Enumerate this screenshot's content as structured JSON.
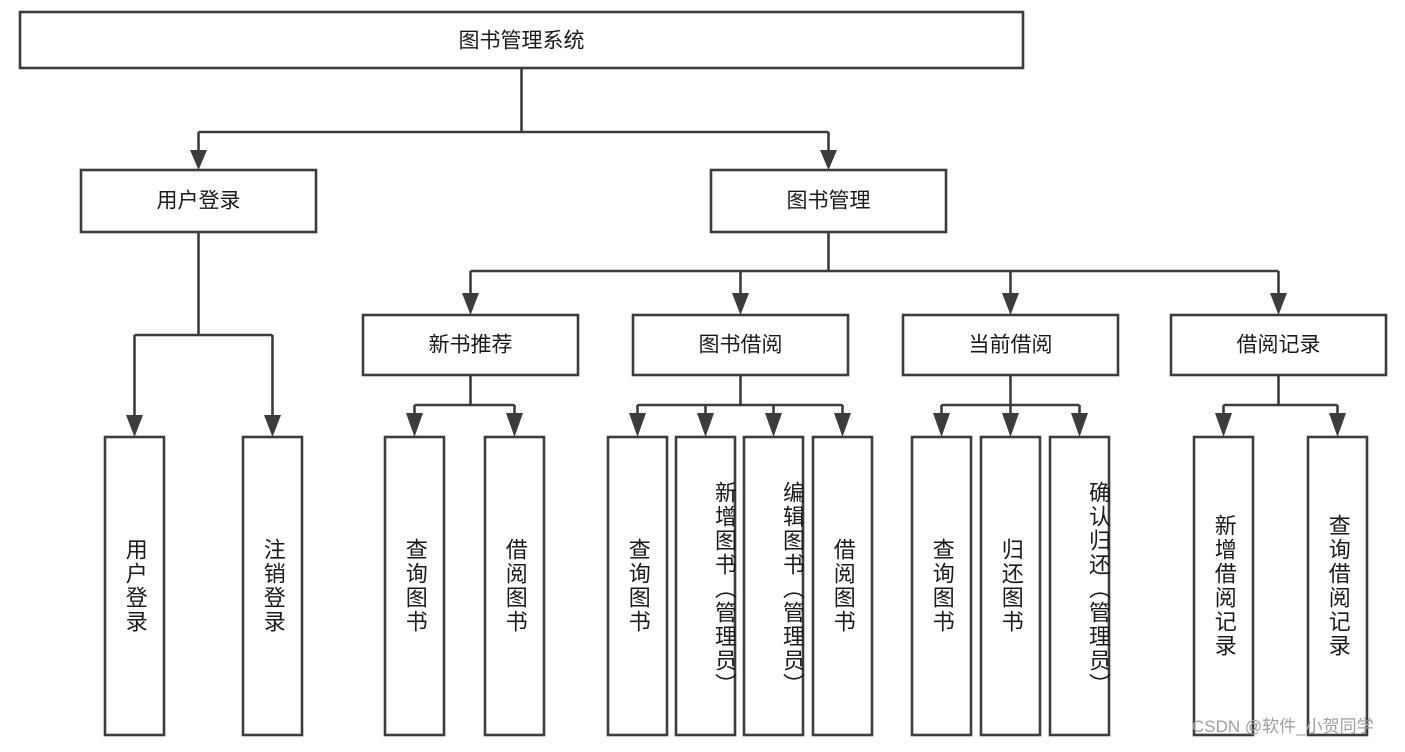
{
  "diagram": {
    "title": "图书管理系统",
    "watermark": "CSDN @软件_小贺同学",
    "colors": {
      "box_stroke": "#3c3c3c",
      "box_fill": "#ffffff",
      "text": "#1a1a1a",
      "background": "#ffffff",
      "watermark": "#9e9e9e"
    },
    "root": {
      "label": "图书管理系统"
    },
    "level1": [
      {
        "label": "用户登录"
      },
      {
        "label": "图书管理"
      }
    ],
    "level2": [
      {
        "label": "新书推荐"
      },
      {
        "label": "图书借阅"
      },
      {
        "label": "当前借阅"
      },
      {
        "label": "借阅记录"
      }
    ],
    "leaves": {
      "user_login": [
        {
          "label": "用户登录"
        },
        {
          "label": "注销登录"
        }
      ],
      "new_book_recommend": [
        {
          "label": "查询图书"
        },
        {
          "label": "借阅图书"
        }
      ],
      "book_borrow": [
        {
          "label": "查询图书"
        },
        {
          "label": "新增图书（管理员）"
        },
        {
          "label": "编辑图书（管理员）"
        },
        {
          "label": "借阅图书"
        }
      ],
      "current_borrow": [
        {
          "label": "查询图书"
        },
        {
          "label": "归还图书"
        },
        {
          "label": "确认归还（管理员）"
        }
      ],
      "borrow_record": [
        {
          "label": "新增借阅记录"
        },
        {
          "label": "查询借阅记录"
        }
      ]
    }
  }
}
